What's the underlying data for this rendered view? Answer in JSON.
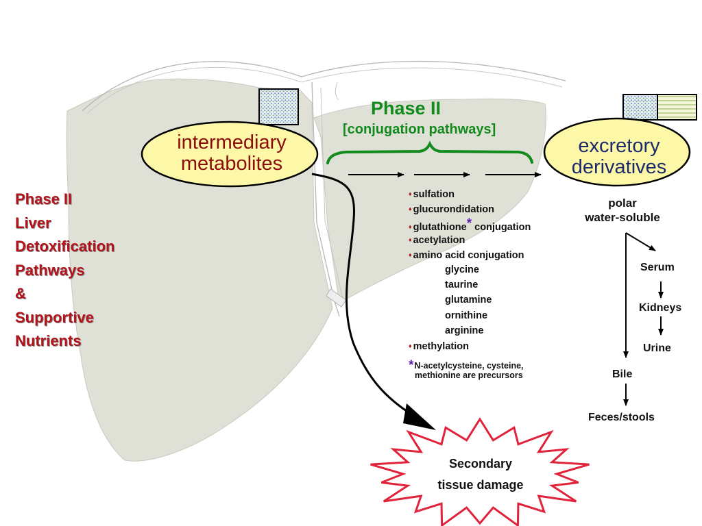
{
  "slide": {
    "title_lines": [
      "Phase II",
      "Liver",
      "Detoxification",
      "Pathways",
      "&",
      "Supportive",
      "Nutrients"
    ],
    "left_oval": {
      "line1": "intermediary",
      "line2": "metabolites"
    },
    "right_oval": {
      "line1": "excretory",
      "line2": "derivatives"
    },
    "phase": {
      "title": "Phase II",
      "subtitle": "[conjugation pathways]"
    },
    "pathways": {
      "bullet": "♦",
      "items": [
        "sulfation",
        "glucurondidation"
      ],
      "glutathione": {
        "name": "glutathione",
        "mark": "*",
        "rest": "conjugation"
      },
      "items_after": [
        "acetylation",
        "amino acid conjugation"
      ],
      "amino_acids": [
        "glycine",
        "taurine",
        "glutamine",
        "ornithine",
        "arginine"
      ],
      "last_item": "methylation"
    },
    "footnote": {
      "mark": "*",
      "line1": "N-acetylcysteine, cysteine,",
      "line2": "methionine are precursors"
    },
    "properties": {
      "line1": "polar",
      "line2": "water-soluble"
    },
    "excretion": {
      "serum": "Serum",
      "kidneys": "Kidneys",
      "urine": "Urine",
      "bile": "Bile",
      "feces": "Feces/stools"
    },
    "damage": {
      "line1": "Secondary",
      "line2": "tissue damage"
    },
    "colors": {
      "title_red": "#b3141c",
      "phase_green": "#128a1c",
      "oval_fill": "#fdf7a8",
      "liver_fill": "#dfe0d6",
      "burst_red": "#e0223a",
      "footnote_purple": "#5b1aa8"
    }
  }
}
